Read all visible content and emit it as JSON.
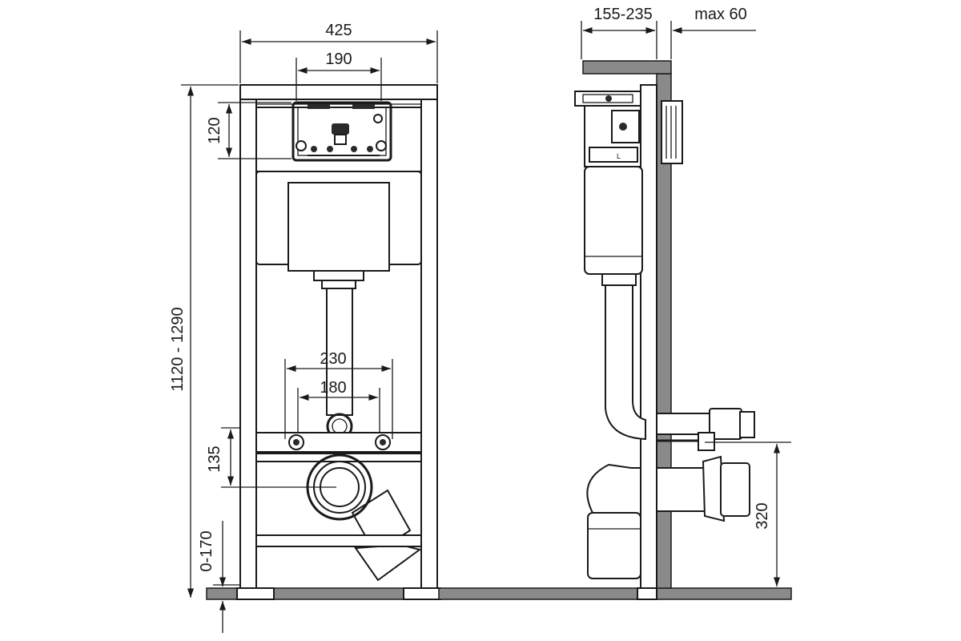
{
  "dimensions": {
    "frame_width": "425",
    "flush_panel_width": "190",
    "panel_height": "120",
    "total_height": "1120 - 1290",
    "outer_rod_spacing": "230",
    "inner_rod_spacing": "180",
    "rod_to_drain": "135",
    "leg_adjust": "0-170",
    "wall_depth": "155-235",
    "max_wall": "max 60",
    "drain_height": "320"
  },
  "colors": {
    "line": "#1a1a1a",
    "background": "#ffffff",
    "fill_grey": "#8a8a8a"
  }
}
